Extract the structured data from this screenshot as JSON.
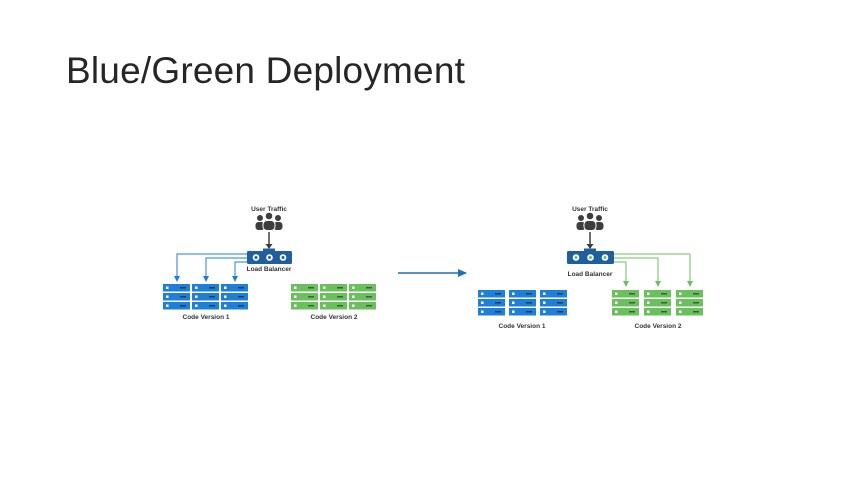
{
  "slide": {
    "title": "Blue/Green Deployment"
  },
  "colors": {
    "blue": "#1f7fd6",
    "blue_dark": "#1f5f9e",
    "green": "#6cbf5f",
    "lb_body": "#1f5f9e",
    "people": "#3d3d3d",
    "transition_arrow": "#1f6fb8"
  },
  "before": {
    "user_traffic_label": "User Traffic",
    "load_balancer_label": "Load Balancer",
    "version1_label": "Code Version 1",
    "version2_label": "Code Version 2",
    "active_version": "Code Version 1"
  },
  "after": {
    "user_traffic_label": "User Traffic",
    "load_balancer_label": "Load Balancer",
    "version1_label": "Code Version 1",
    "version2_label": "Code Version 2",
    "active_version": "Code Version 2"
  },
  "icons": [
    "users-icon",
    "load-balancer-icon",
    "server-stack-icon",
    "arrow-right-icon"
  ]
}
